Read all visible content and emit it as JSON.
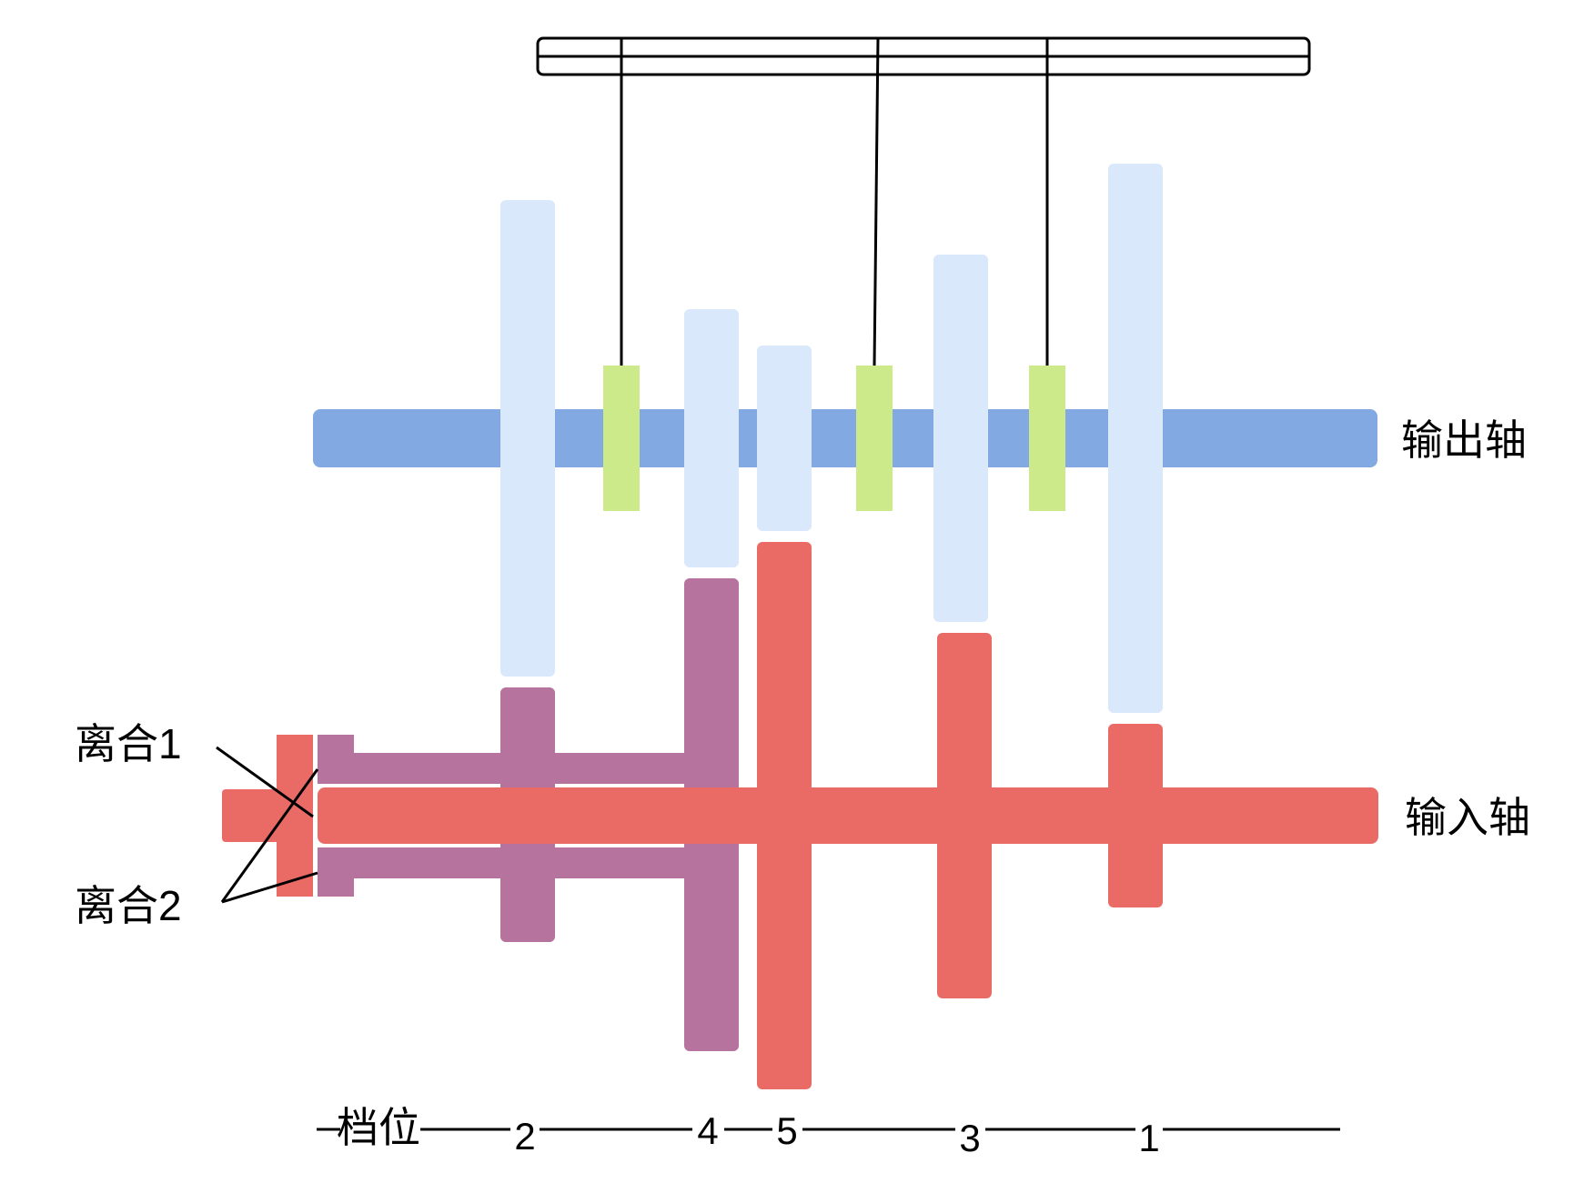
{
  "labels": {
    "output_shaft": "输出轴",
    "input_shaft": "输入轴",
    "clutch1": "离合1",
    "clutch2": "离合2",
    "gear_axis": "档位"
  },
  "gear_numbers": [
    "2",
    "4",
    "5",
    "3",
    "1"
  ],
  "colors": {
    "output_shaft": "#82a9e2",
    "driven_gear": "#dae8fb",
    "synchronizer": "#cdea8a",
    "input_shaft": "#ea6b66",
    "hollow_shaft": "#b5739d",
    "line": "#000000"
  }
}
